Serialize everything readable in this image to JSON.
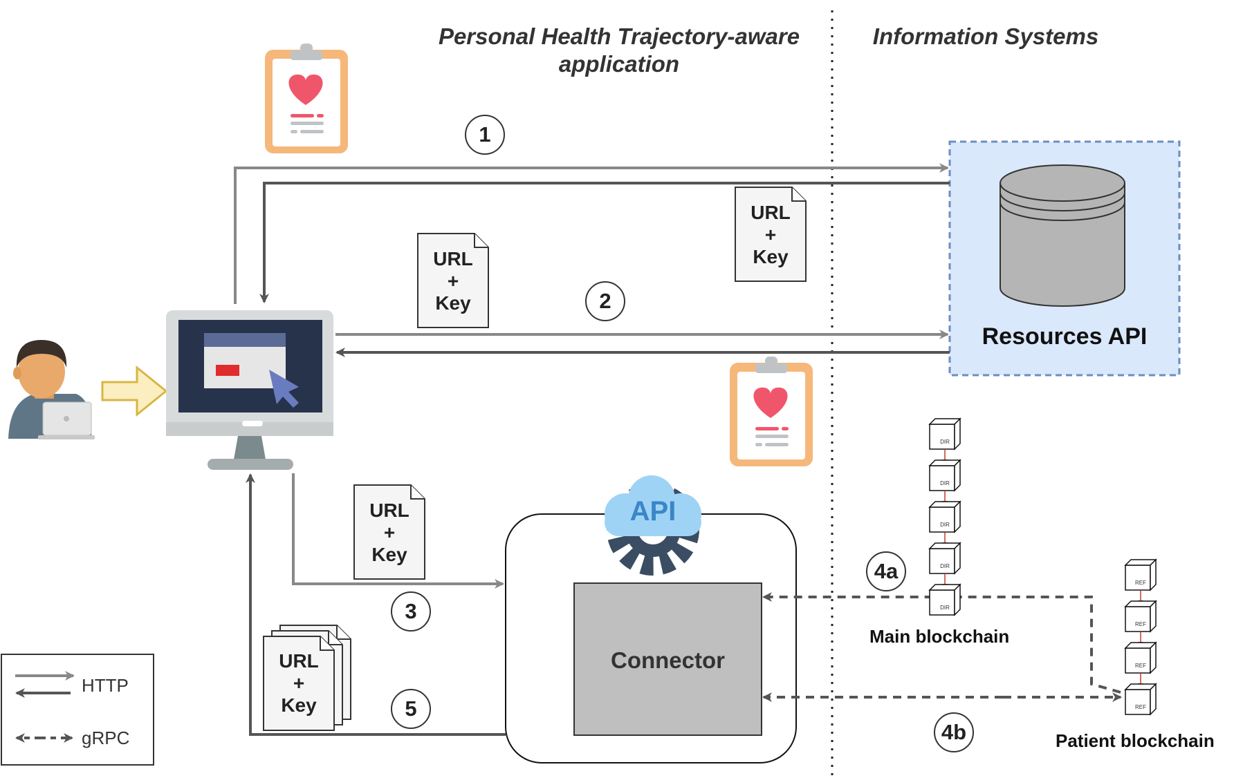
{
  "titles": {
    "app_line1": "Personal Health Trajectory-aware",
    "app_line2": "application",
    "info_systems": "Information Systems"
  },
  "steps": [
    "1",
    "2",
    "3",
    "4a",
    "4b",
    "5"
  ],
  "doc_label": {
    "line1": "URL",
    "line2": "+",
    "line3": "Key"
  },
  "resources_api": "Resources API",
  "connector": "Connector",
  "api_cloud": "API",
  "main_blockchain": {
    "label": "Main blockchain",
    "block_tag": "DIR"
  },
  "patient_blockchain": {
    "label": "Patient blockchain",
    "block_tag": "REF"
  },
  "legend": {
    "http": "HTTP",
    "grpc": "gRPC"
  },
  "colors": {
    "resources_fill": "#dae8fc",
    "resources_border": "#6c8ebf",
    "connector_fill": "#bfbfbf",
    "clipboard": "#f5b87a",
    "heart": "#f0566b",
    "cloud": "#9fd3f5",
    "gear": "#3a4d63"
  }
}
